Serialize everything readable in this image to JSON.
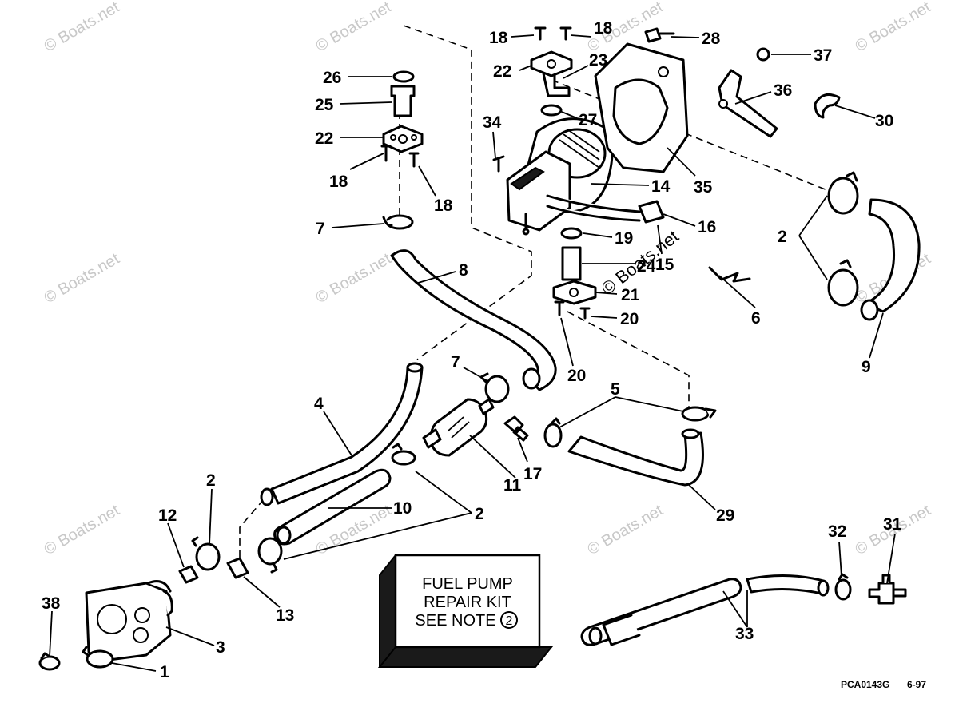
{
  "watermark": "© Boats.net",
  "callouts": {
    "c18a": "18",
    "c18b": "18",
    "c28": "28",
    "c37": "37",
    "c22a": "22",
    "c23": "23",
    "c26": "26",
    "c36": "36",
    "c25": "25",
    "c27": "27",
    "c30": "30",
    "c34": "34",
    "c22b": "22",
    "c18c": "18",
    "c18d": "18",
    "c14": "14",
    "c35": "35",
    "c7a": "7",
    "c16": "16",
    "c19": "19",
    "c2a": "2",
    "c8": "8",
    "c24": "24",
    "c15": "15",
    "c21": "21",
    "c6": "6",
    "c20a": "20",
    "c9": "9",
    "c20b": "20",
    "c7b": "7",
    "c5": "5",
    "c4": "4",
    "c11": "11",
    "c17": "17",
    "c2b": "2",
    "c10": "10",
    "c2c": "2",
    "c29": "29",
    "c12": "12",
    "c32": "32",
    "c31": "31",
    "c13": "13",
    "c38": "38",
    "c3": "3",
    "c33": "33",
    "c1": "1"
  },
  "kit_box": {
    "line1": "FUEL PUMP",
    "line2": "REPAIR KIT",
    "line3": "SEE NOTE",
    "note_num": "2"
  },
  "footer": {
    "code": "PCA0143G",
    "date": "6-97"
  }
}
